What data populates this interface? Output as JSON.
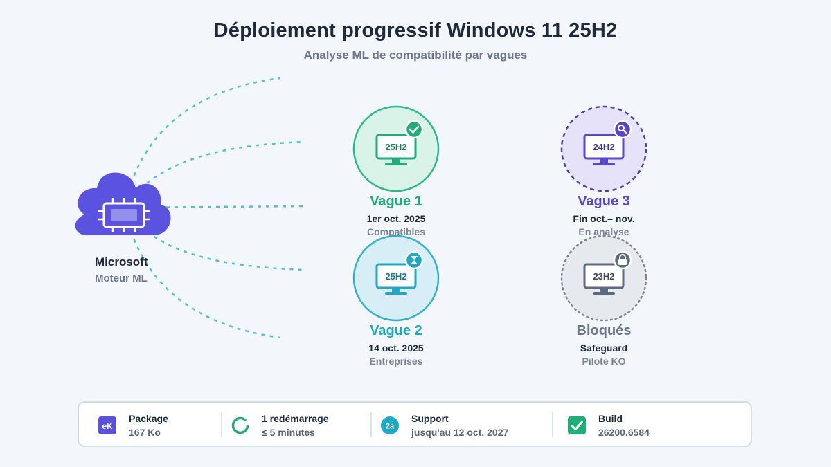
{
  "header": {
    "title": "Déploiement progressif Windows 11 25H2",
    "subtitle": "Analyse ML de compatibilité par vagues"
  },
  "source": {
    "title": "Microsoft",
    "subtitle": "Moteur ML",
    "icon": "cloud-chip-icon",
    "color": "#5b53e0"
  },
  "waves": [
    {
      "name": "Vague 1",
      "date": "1er oct. 2025",
      "desc": "Compatibles",
      "screen": "25H2",
      "badge": "check-icon",
      "color": "#1fae78"
    },
    {
      "name": "Vague 3",
      "date": "Fin oct.– nov.",
      "desc": "En analyse",
      "screen": "24H2",
      "badge": "search-icon",
      "color": "#5a46c8"
    },
    {
      "name": "Vague 2",
      "date": "14 oct. 2025",
      "desc": "Entreprises",
      "screen": "25H2",
      "badge": "hourglass-icon",
      "color": "#1fa9c4"
    },
    {
      "name": "Bloqués",
      "date": "Safeguard",
      "desc": "Pilote KO",
      "screen": "23H2",
      "badge": "lock-icon",
      "color": "#5d6b80"
    }
  ],
  "footer": [
    {
      "label": "Package",
      "value": "167 Ko",
      "icon": "package-icon",
      "icon_text": "eK"
    },
    {
      "label": "1 redémarrage",
      "value": "≤ 5 minutes",
      "icon": "restart-icon"
    },
    {
      "label": "Support",
      "value": "jusqu'au 12 oct. 2027",
      "icon": "support-icon",
      "icon_text": "2a"
    },
    {
      "label": "Build",
      "value": "26200.6584",
      "icon": "build-check-icon"
    }
  ]
}
